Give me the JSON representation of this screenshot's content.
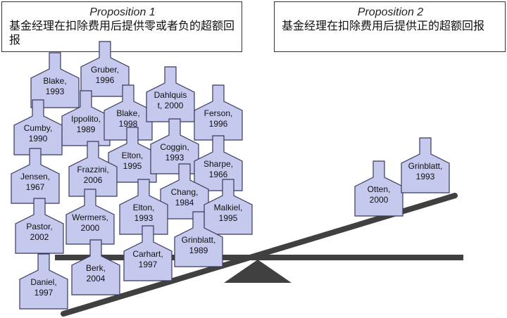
{
  "proposition1": {
    "title": "Proposition 1",
    "text": "基金经理在扣除费用后提供零或者负的超额回报"
  },
  "proposition2": {
    "title": "Proposition 2",
    "text": "基金经理在扣除费用后提供正的超额回报"
  },
  "colors": {
    "bottle_fill": "#c6c9ee",
    "bottle_stroke": "#39395e",
    "beam": "#404040",
    "fulcrum": "#404040"
  },
  "bottles": [
    {
      "id": "blake-1993",
      "label": "Blake,\n1993"
    },
    {
      "id": "gruber-1996",
      "label": "Gruber,\n1996"
    },
    {
      "id": "ippolito-1989",
      "label": "Ippolito,\n1989"
    },
    {
      "id": "blake-1998",
      "label": "Blake,\n1998"
    },
    {
      "id": "dahlquist-2000",
      "label": "Dahlquis\nt, 2000"
    },
    {
      "id": "cumby-1990",
      "label": "Cumby,\n1990"
    },
    {
      "id": "ferson-1996",
      "label": "Ferson,\n1996"
    },
    {
      "id": "elton-1995",
      "label": "Elton,\n1995"
    },
    {
      "id": "coggin-1993",
      "label": "Coggin,\n1993"
    },
    {
      "id": "frazzini-2006",
      "label": "Frazzini,\n2006"
    },
    {
      "id": "jensen-1967",
      "label": "Jensen,\n1967"
    },
    {
      "id": "sharpe-1966",
      "label": "Sharpe,\n1966"
    },
    {
      "id": "chang-1984",
      "label": "Chang,\n1984"
    },
    {
      "id": "malkiel-1995",
      "label": "Malkiel,\n1995"
    },
    {
      "id": "elton-1993",
      "label": "Elton,\n1993"
    },
    {
      "id": "wermers-2000",
      "label": "Wermers,\n2000"
    },
    {
      "id": "pastor-2002",
      "label": "Pastor,\n2002"
    },
    {
      "id": "grinblatt-1989",
      "label": "Grinblatt,\n1989"
    },
    {
      "id": "carhart-1997",
      "label": "Carhart,\n1997"
    },
    {
      "id": "berk-2004",
      "label": "Berk,\n2004"
    },
    {
      "id": "daniel-1997",
      "label": "Daniel,\n1997"
    },
    {
      "id": "otten-2000",
      "label": "Otten,\n2000"
    },
    {
      "id": "grinblatt-1993",
      "label": "Grinblatt,\n1993"
    }
  ]
}
